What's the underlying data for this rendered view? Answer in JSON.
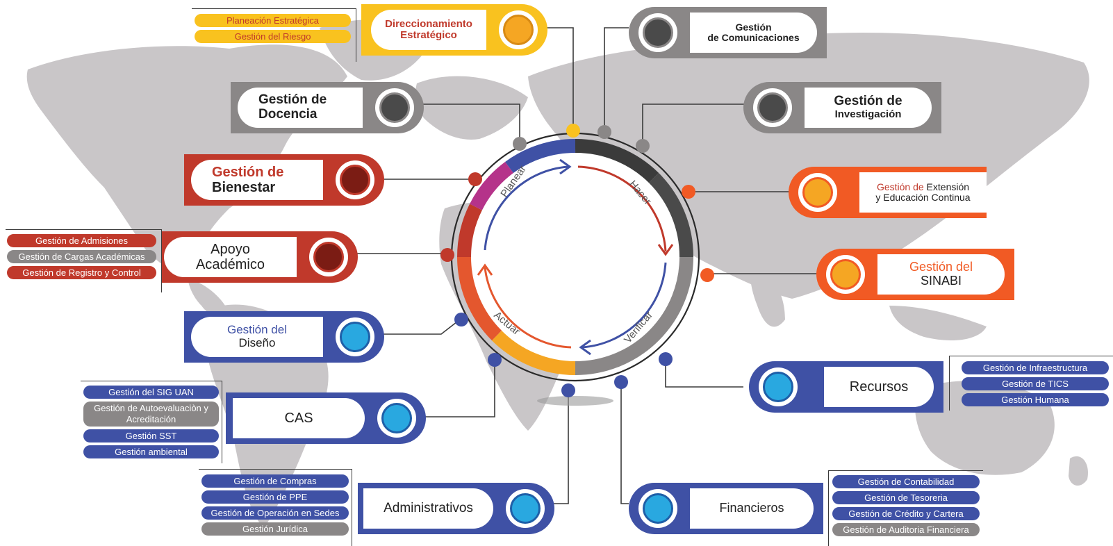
{
  "colors": {
    "gray": "#8a8787",
    "red": "#c0392b",
    "orange": "#f15a24",
    "blue": "#3f51a5",
    "yellow": "#f9c21f",
    "magenta": "#b5338a",
    "dark": "#3b3b3b",
    "map": "#c9c6c8"
  },
  "cycle": {
    "planear": "Planear",
    "hacer": "Hacer",
    "verificar": "Verificar",
    "actuar": "Actuar"
  },
  "units": {
    "direccionamiento": {
      "line1": "Direccionamiento",
      "line2": "Estratégico"
    },
    "comunicaciones": {
      "line1": "Gestión",
      "line2": "de Comunicaciones"
    },
    "docencia": {
      "line1": "Gestión de",
      "line2": "Docencia"
    },
    "investigacion": {
      "line1": "Gestión de",
      "line2": "Investigación"
    },
    "bienestar": {
      "line1": "Gestión de",
      "line2": "Bienestar"
    },
    "extension": {
      "line1a": "Gestión de",
      "line1b": " Extensión",
      "line2": "y Educación Continua"
    },
    "apoyo": {
      "line1": "Apoyo",
      "line2": "Académico"
    },
    "sinabi": {
      "line1": "Gestión del",
      "line2": "SINABI"
    },
    "diseno": {
      "line1": "Gestión del",
      "line2": "Diseño"
    },
    "recursos": {
      "line1": "Recursos"
    },
    "cas": {
      "line1": "CAS"
    },
    "administrativos": {
      "line1": "Administrativos"
    },
    "financieros": {
      "line1": "Financieros"
    }
  },
  "tags": {
    "direccionamiento": [
      "Planeación Estratégica",
      "Gestión del Riesgo"
    ],
    "apoyo": [
      "Gestión de Admisiones",
      "Gestión de Cargas Académicas",
      "Gestión de Registro y Control"
    ],
    "cas": [
      "Gestión del SIG UAN",
      "Gestión de Autoevaluaciòn y Acreditación",
      "Gestión SST",
      "Gestión ambiental"
    ],
    "administrativos": [
      "Gestión de Compras",
      "Gestión de PPE",
      "Gestión de Operación en Sedes",
      "Gestión  Jurídica"
    ],
    "financieros": [
      "Gestión de Contabilidad",
      "Gestión de Tesoreria",
      "Gestión de Crédito y Cartera",
      "Gestión de Auditoria Financiera"
    ],
    "recursos": [
      "Gestión de Infraestructura",
      "Gestión de TICS",
      "Gestión Humana"
    ]
  }
}
